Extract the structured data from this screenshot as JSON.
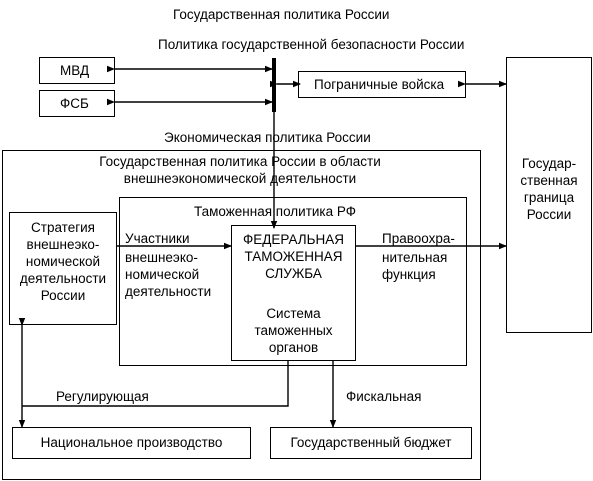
{
  "diagram": {
    "title": "Государственная политика России",
    "security_policy": "Политика государственной безопасности России",
    "mvd": "МВД",
    "fsb": "ФСБ",
    "border_troops": "Пограничные войска",
    "economic_policy": "Экономическая политика  России",
    "fea_policy_line1": "Государственная политика России в области",
    "fea_policy_line2": "внешнеэкономической деятельности",
    "border_line1": "Государ-",
    "border_line2": "ственная",
    "border_line3": "граница",
    "border_line4": "России",
    "strategy_line1": "Стратегия",
    "strategy_line2": "внешнеэко-",
    "strategy_line3": "номической",
    "strategy_line4": "деятельности",
    "strategy_line5": "России",
    "customs_policy": "Таможенная  политика РФ",
    "participants_line1": "Участники",
    "participants_line2": "внешнеэко-",
    "participants_line3": "номической",
    "participants_line4": "деятельности",
    "fts_line1": "ФЕДЕРАЛЬНАЯ",
    "fts_line2": "ТАМОЖЕННАЯ",
    "fts_line3": "СЛУЖБА",
    "system_line1": "Система",
    "system_line2": "таможенных",
    "system_line3": "органов",
    "law_line1": "Правоохра-",
    "law_line2": "нительная",
    "law_line3": "функция",
    "regulating": "Регулирующая",
    "fiscal": "Фискальная",
    "national_production": "Национальное производство",
    "state_budget": "Государственный бюджет"
  }
}
